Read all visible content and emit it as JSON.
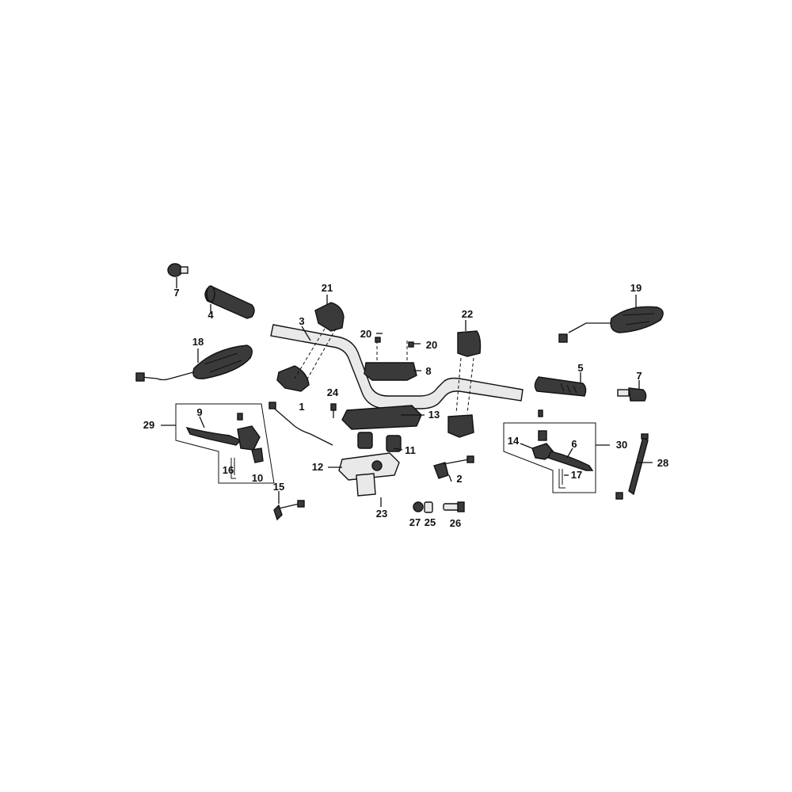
{
  "callouts": {
    "c1": "1",
    "c2": "2",
    "c3": "3",
    "c4": "4",
    "c5": "5",
    "c6": "6",
    "c7a": "7",
    "c7b": "7",
    "c8": "8",
    "c9": "9",
    "c10": "10",
    "c11": "11",
    "c12": "12",
    "c13": "13",
    "c14": "14",
    "c15": "15",
    "c16": "16",
    "c17": "17",
    "c18": "18",
    "c19": "19",
    "c20a": "20",
    "c20b": "20",
    "c21": "21",
    "c22": "22",
    "c23": "23",
    "c24": "24",
    "c25": "25",
    "c26": "26",
    "c27": "27",
    "c28": "28",
    "c29": "29",
    "c30": "30"
  },
  "colors": {
    "ink": "#111111",
    "part": "#3a3a3a",
    "background": "#ffffff"
  }
}
